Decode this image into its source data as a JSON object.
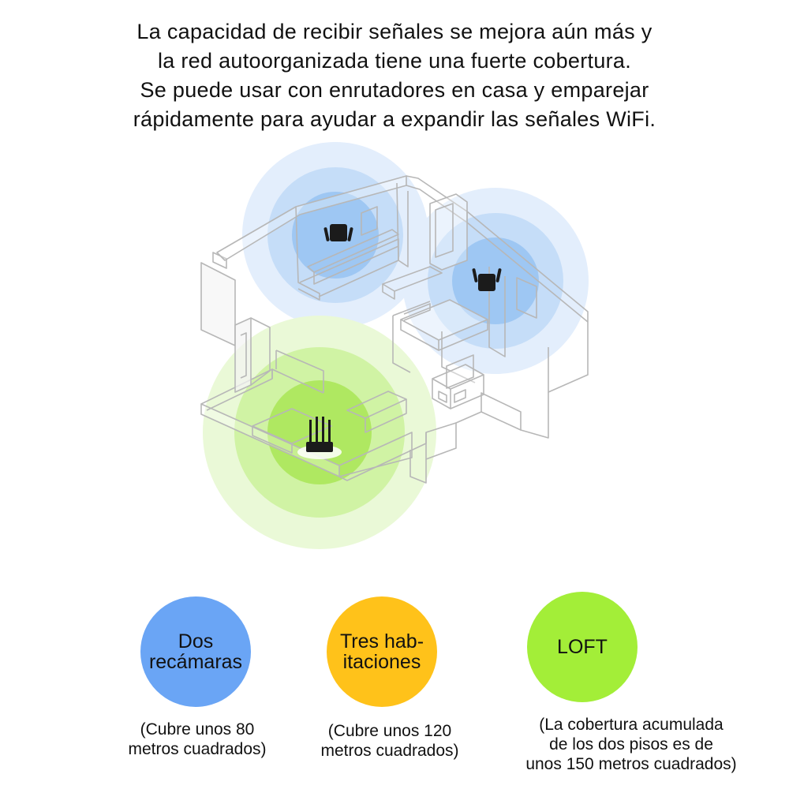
{
  "headline": {
    "line1": "La capacidad de recibir señales se mejora aún más y",
    "line2": "la red autoorganizada tiene una fuerte cobertura.",
    "line3": "Se puede usar con enrutadores en casa y emparejar",
    "line4": "rápidamente para ayudar a expandir las señales WiFi."
  },
  "coverage_options": [
    {
      "badge_lines": [
        "Dos",
        "recámaras"
      ],
      "caption_lines": [
        "(Cubre unos 80",
        "metros cuadrados)"
      ],
      "color": "#6aa5f5"
    },
    {
      "badge_lines": [
        "Tres hab-",
        "itaciones"
      ],
      "caption_lines": [
        "(Cubre unos 120",
        "metros cuadrados)"
      ],
      "color": "#ffc21a"
    },
    {
      "badge_lines": [
        "LOFT"
      ],
      "caption_lines": [
        "(La cobertura acumulada",
        "de los dos pisos es de",
        "unos 150 metros cuadrados)"
      ],
      "color": "#a3ee38"
    }
  ],
  "signal_colors": {
    "extender": "#7fb7ef",
    "router": "#9fe23a"
  },
  "icons": [
    "router-icon",
    "wifi-extender-icon"
  ]
}
